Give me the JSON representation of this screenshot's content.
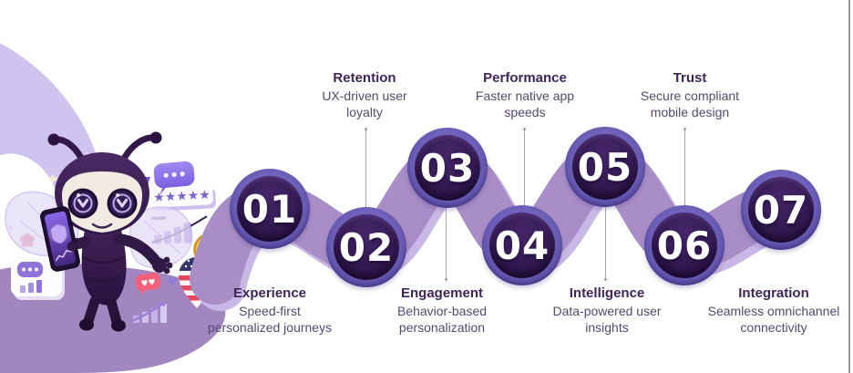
{
  "steps": [
    {
      "number": "01",
      "title": "Experience",
      "description": "Speed-first\npersonalized journeys",
      "label_position": "bottom"
    },
    {
      "number": "02",
      "title": "Retention",
      "description": "UX-driven user\nloyalty",
      "label_position": "top"
    },
    {
      "number": "03",
      "title": "Engagement",
      "description": "Behavior-based\npersonalization",
      "label_position": "bottom"
    },
    {
      "number": "04",
      "title": "Performance",
      "description": "Faster native app\nspeeds",
      "label_position": "top"
    },
    {
      "number": "05",
      "title": "Intelligence",
      "description": "Data-powered user\ninsights",
      "label_position": "bottom"
    },
    {
      "number": "06",
      "title": "Trust",
      "description": "Secure compliant\nmobile design",
      "label_position": "top"
    },
    {
      "number": "07",
      "title": "Integration",
      "description": "Seamless omnichannel\nconnectivity",
      "label_position": "bottom"
    }
  ],
  "colors": {
    "ribbon": "#a88dc7",
    "ribbon_highlight": "#c8b8e5",
    "circle_ring": "#675ab3",
    "circle_fill": "#341a53",
    "number_text": "#ffffff",
    "background_blob": "#a286c0",
    "background_swoosh": "#cfc3ef",
    "title_text": "#402658",
    "body_text": "#554a6b",
    "connector_line": "#aba2b8"
  },
  "mascot": {
    "character": "purple-bee-robot-mascot",
    "icons": [
      {
        "name": "smartphone-shield-icon"
      },
      {
        "name": "chat-bubble-dots-icon"
      },
      {
        "name": "five-star-rating-card"
      },
      {
        "name": "analytics-bar-chart-card"
      },
      {
        "name": "dollar-coin-icon"
      },
      {
        "name": "usa-location-pin-icon"
      },
      {
        "name": "hearts-chat-icon"
      },
      {
        "name": "growth-arrow-chart-icon"
      },
      {
        "name": "mini-chat-report-card"
      }
    ],
    "coin_symbol": "$"
  }
}
